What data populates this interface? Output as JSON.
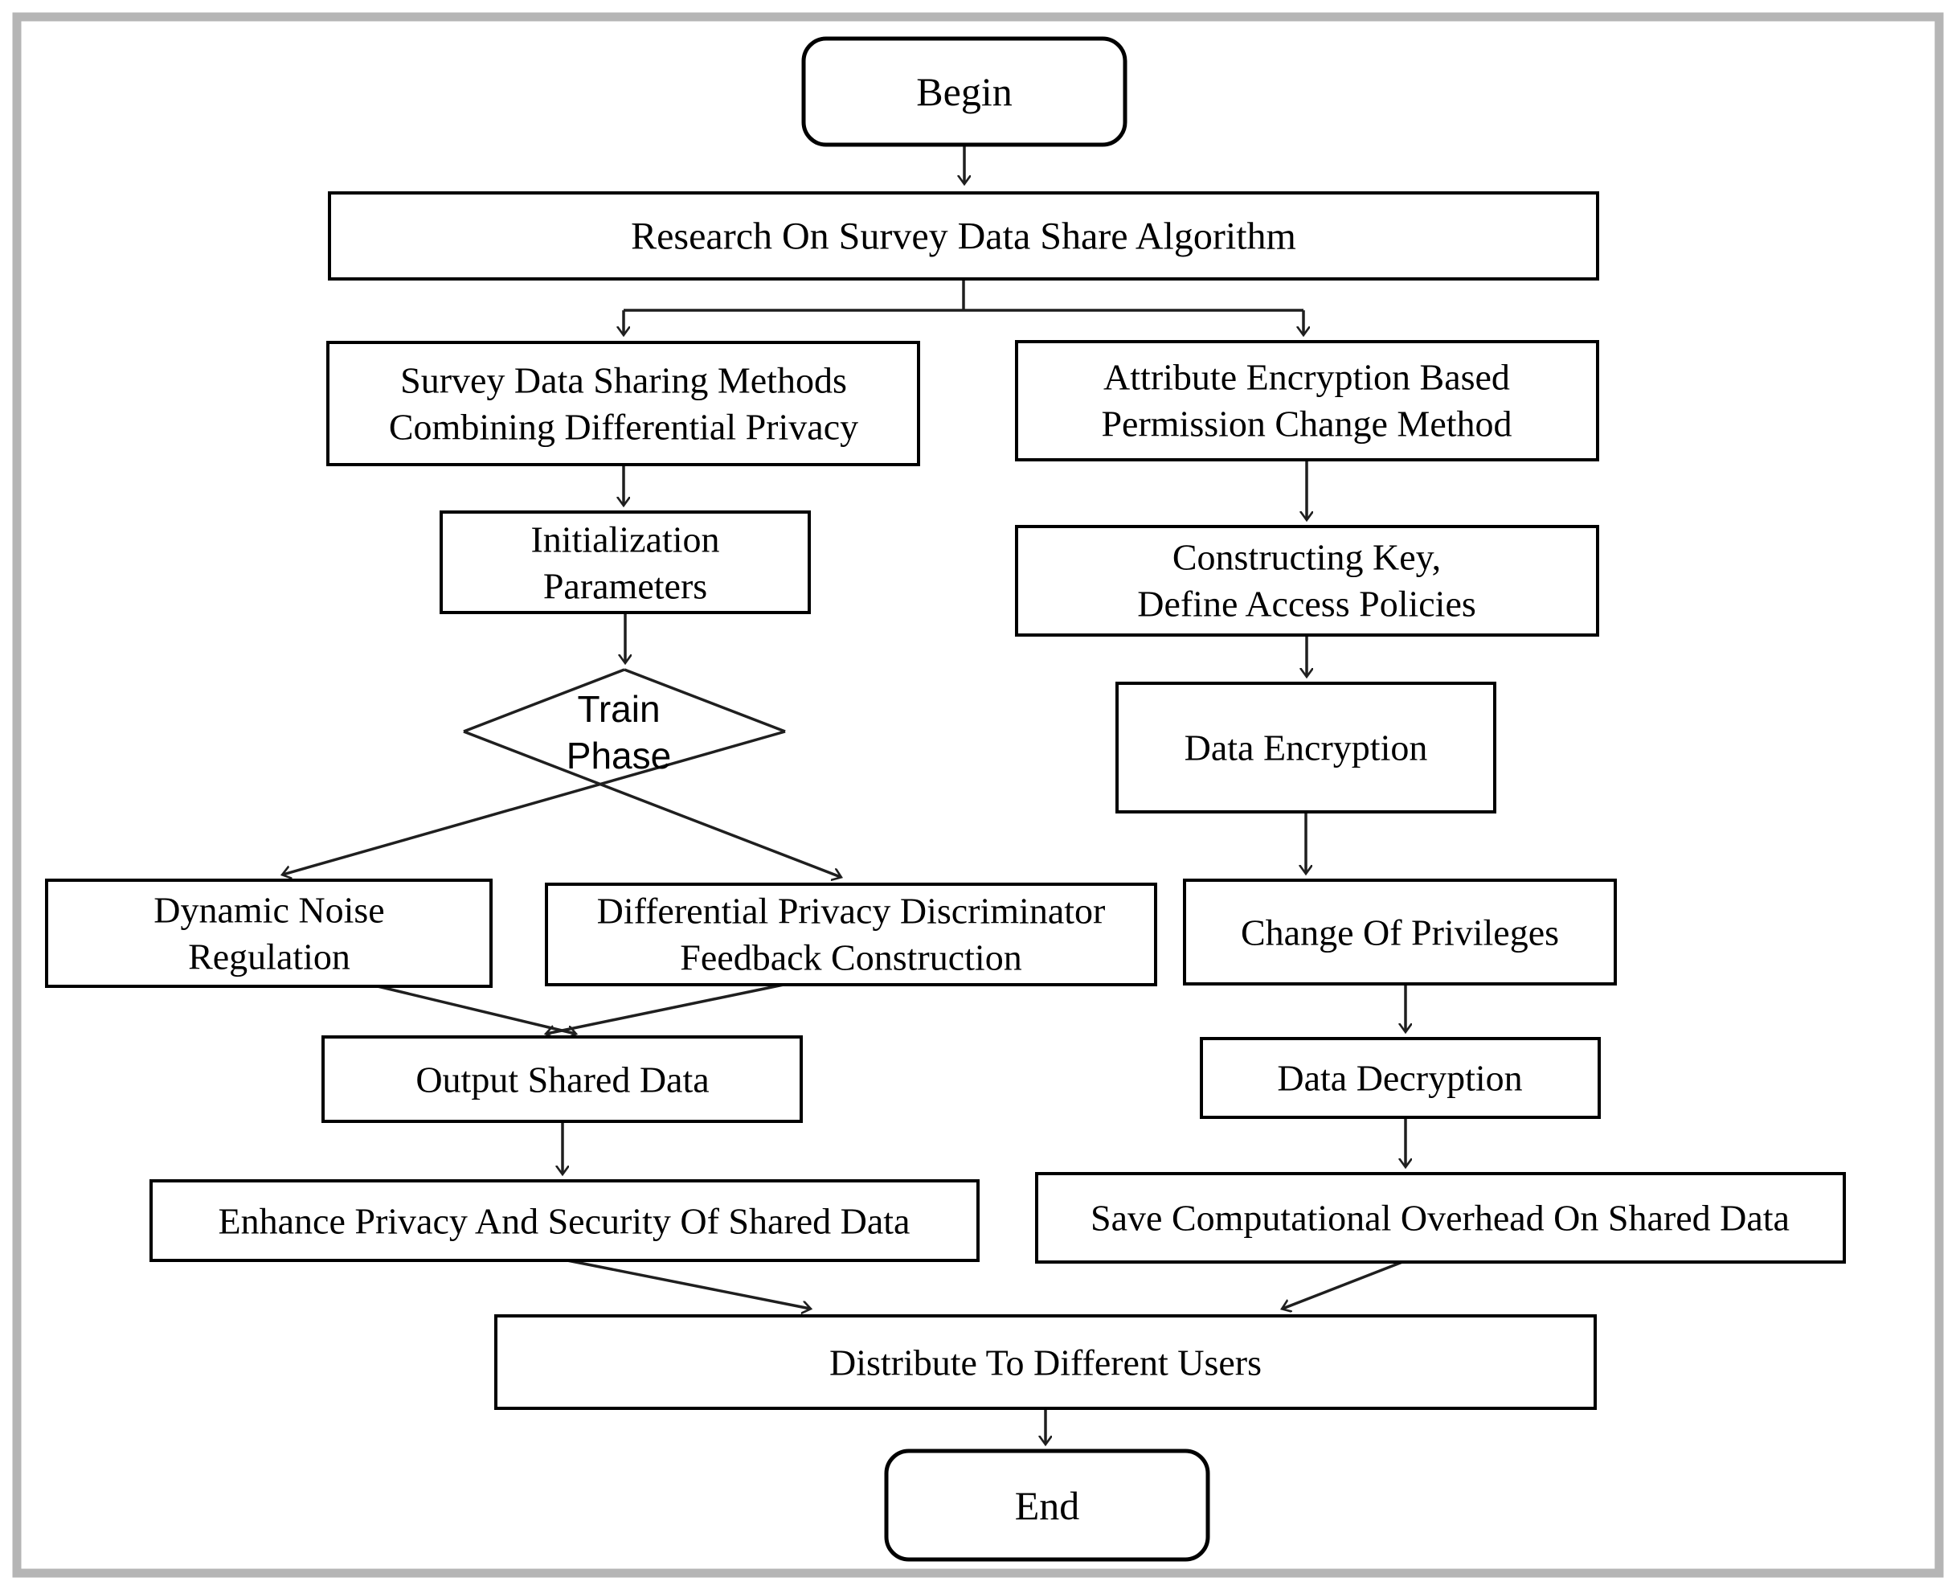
{
  "figure": {
    "background": "#ffffff",
    "frame_color": "#b5b5b5",
    "box_fill": "#ffffff",
    "box_stroke": "#000000",
    "arrow_color": "#1f1f1f",
    "text_color": "#000000"
  },
  "flowchart": {
    "nodes": {
      "begin": {
        "shape": "rounded-rect",
        "label": "Begin"
      },
      "research": {
        "shape": "rect",
        "label": "Research On Survey Data Share Algorithm"
      },
      "survey_methods": {
        "shape": "rect",
        "line1": "Survey Data Sharing Methods",
        "line2": "Combining Differential Privacy"
      },
      "attribute_encryption": {
        "shape": "rect",
        "line1": "Attribute Encryption Based",
        "line2": "Permission Change Method"
      },
      "initialization": {
        "shape": "rect",
        "line1": "Initialization",
        "line2": "Parameters"
      },
      "constructing_key": {
        "shape": "rect",
        "line1": "Constructing Key,",
        "line2": "Define Access Policies"
      },
      "train_phase": {
        "shape": "diamond",
        "line1": "Train",
        "line2": "Phase"
      },
      "data_encryption": {
        "shape": "rect",
        "label": "Data Encryption"
      },
      "dynamic_noise": {
        "shape": "rect",
        "line1": "Dynamic Noise",
        "line2": "Regulation"
      },
      "dp_discriminator": {
        "shape": "rect",
        "line1": "Differential Privacy Discriminator",
        "line2": "Feedback Construction"
      },
      "change_privileges": {
        "shape": "rect",
        "label": "Change Of Privileges"
      },
      "output_shared": {
        "shape": "rect",
        "label": "Output Shared Data"
      },
      "data_decryption": {
        "shape": "rect",
        "label": "Data Decryption"
      },
      "enhance_privacy": {
        "shape": "rect",
        "label": "Enhance Privacy And Security Of Shared Data"
      },
      "save_overhead": {
        "shape": "rect",
        "label": "Save Computational Overhead On Shared Data"
      },
      "distribute": {
        "shape": "rect",
        "label": "Distribute To Different Users"
      },
      "end": {
        "shape": "rounded-rect",
        "label": "End"
      }
    },
    "edges": [
      {
        "from": "begin",
        "to": "research"
      },
      {
        "from": "research",
        "to": "survey_methods"
      },
      {
        "from": "research",
        "to": "attribute_encryption"
      },
      {
        "from": "survey_methods",
        "to": "initialization"
      },
      {
        "from": "initialization",
        "to": "train_phase"
      },
      {
        "from": "train_phase",
        "to": "dynamic_noise"
      },
      {
        "from": "train_phase",
        "to": "dp_discriminator"
      },
      {
        "from": "dynamic_noise",
        "to": "output_shared"
      },
      {
        "from": "dp_discriminator",
        "to": "output_shared"
      },
      {
        "from": "output_shared",
        "to": "enhance_privacy"
      },
      {
        "from": "enhance_privacy",
        "to": "distribute"
      },
      {
        "from": "attribute_encryption",
        "to": "constructing_key"
      },
      {
        "from": "constructing_key",
        "to": "data_encryption"
      },
      {
        "from": "data_encryption",
        "to": "change_privileges"
      },
      {
        "from": "change_privileges",
        "to": "data_decryption"
      },
      {
        "from": "data_decryption",
        "to": "save_overhead"
      },
      {
        "from": "save_overhead",
        "to": "distribute"
      },
      {
        "from": "distribute",
        "to": "end"
      }
    ]
  }
}
